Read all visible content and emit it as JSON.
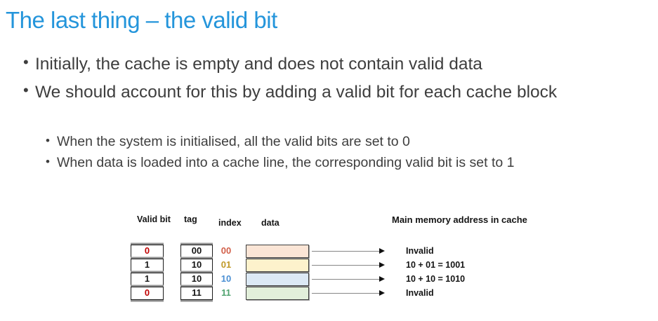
{
  "slide": {
    "title": "The last thing – the valid bit",
    "title_color": "#2495DB",
    "body_text_color": "#3E3E3E",
    "bullets": [
      "Initially, the cache is empty and does not contain valid data",
      "We should account for this by adding a valid bit for each cache block"
    ],
    "sub_bullets": [
      "When the system is initialised, all the valid bits are set to 0",
      "When data is loaded into a cache line, the corresponding valid bit is set to 1"
    ]
  },
  "diagram": {
    "headers": {
      "valid_bit": "Valid bit",
      "tag": "tag",
      "index": "index",
      "data": "data",
      "address": "Main memory address in cache"
    },
    "valid_0_color": "#C00000",
    "valid_1_color": "#1A1A1A",
    "rows": [
      {
        "valid": "0",
        "valid_color": "#C00000",
        "tag": "00",
        "index": "00",
        "index_color": "#D2604A",
        "data_fill": "#FBE5D6",
        "address": "Invalid"
      },
      {
        "valid": "1",
        "valid_color": "#1A1A1A",
        "tag": "10",
        "index": "01",
        "index_color": "#C09A28",
        "data_fill": "#FDF2CC",
        "address": "10 + 01 = 1001"
      },
      {
        "valid": "1",
        "valid_color": "#1A1A1A",
        "tag": "10",
        "index": "10",
        "index_color": "#4A8FD3",
        "data_fill": "#DCE9F5",
        "address": "10 + 10 = 1010"
      },
      {
        "valid": "0",
        "valid_color": "#C00000",
        "tag": "11",
        "index": "11",
        "index_color": "#4FA36F",
        "data_fill": "#E2EFDA",
        "address": "Invalid"
      }
    ]
  }
}
